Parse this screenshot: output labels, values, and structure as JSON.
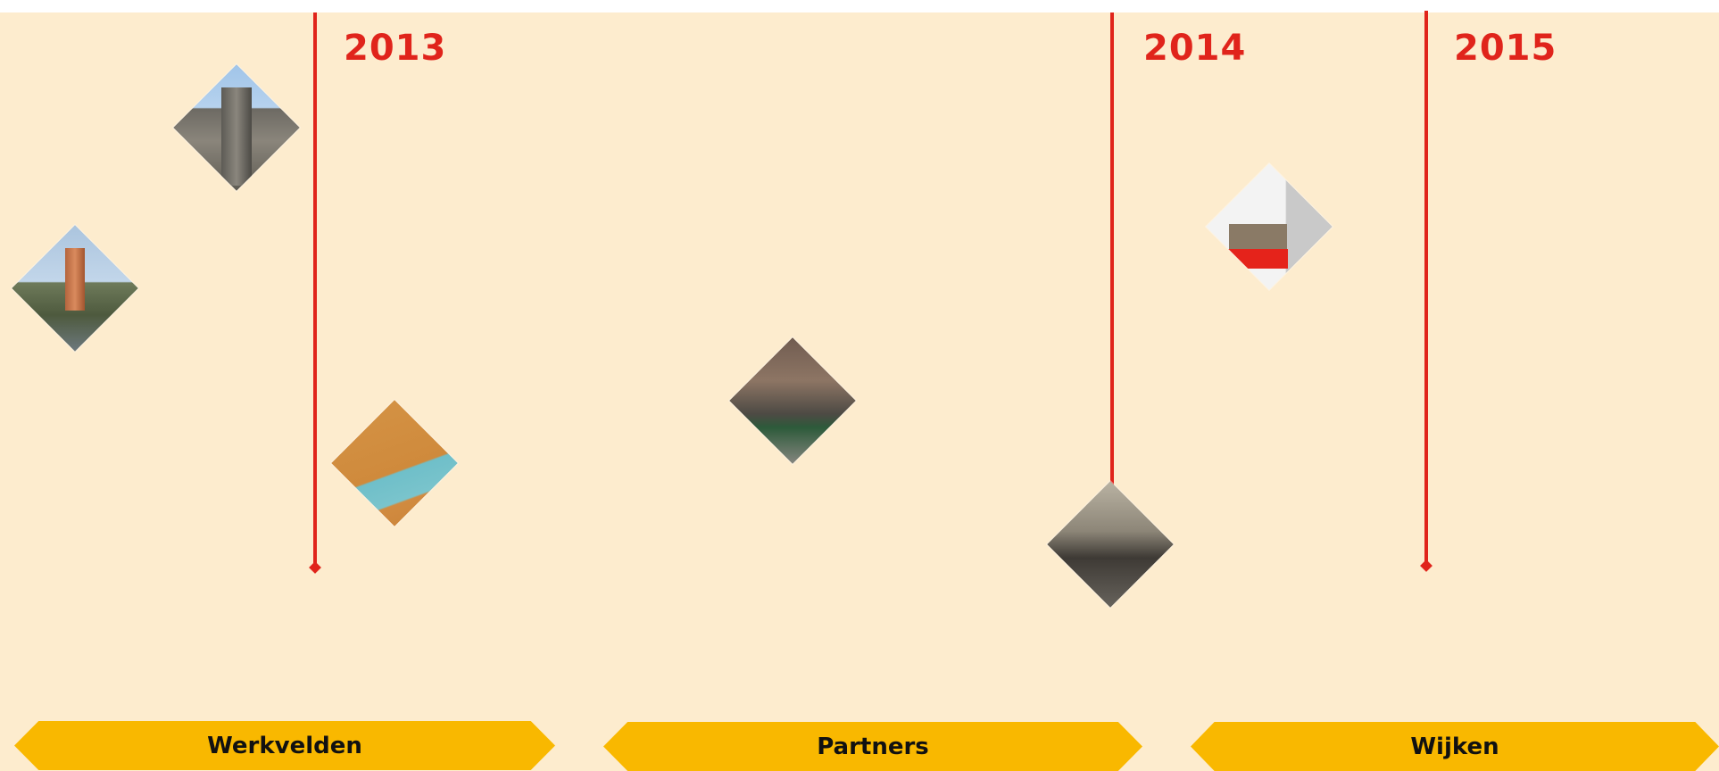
{
  "timeline": {
    "years": [
      "2013",
      "2014",
      "2015"
    ],
    "colors": {
      "line": "#e0241b",
      "background": "#fdecce",
      "tab": "#f9b800"
    }
  },
  "tabs": [
    {
      "label": "Werkvelden"
    },
    {
      "label": "Partners"
    },
    {
      "label": "Wijken"
    }
  ]
}
